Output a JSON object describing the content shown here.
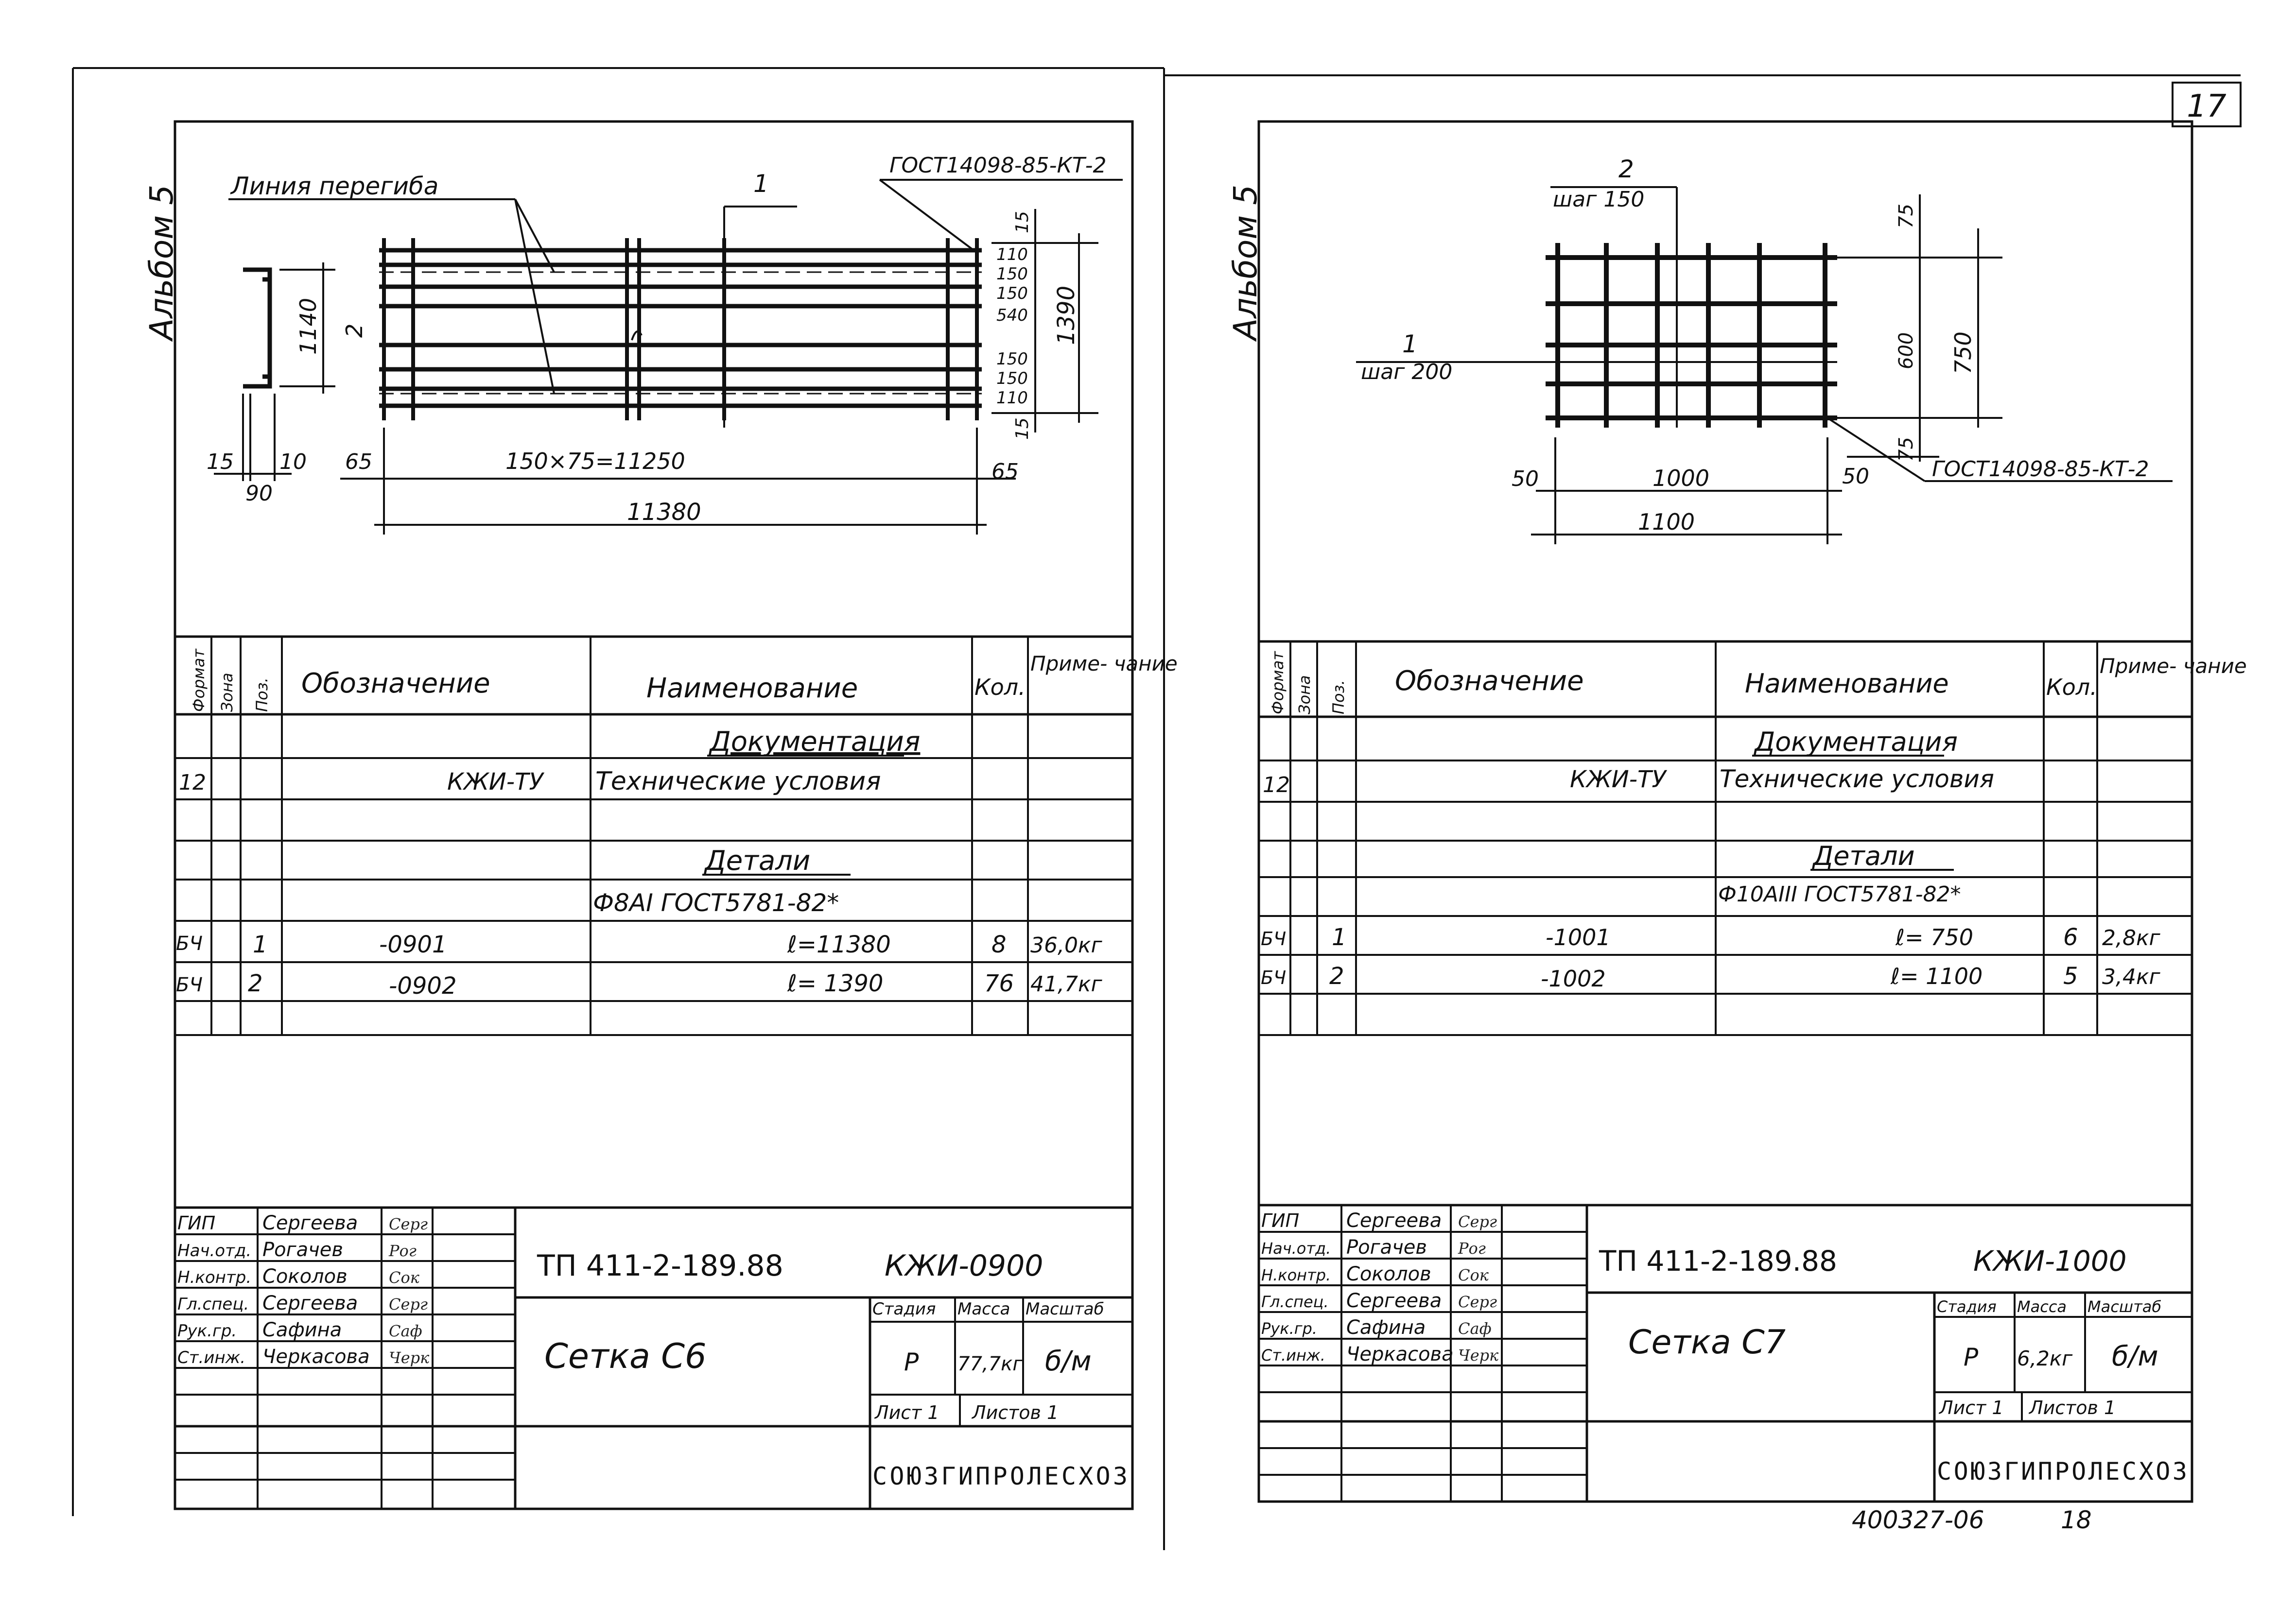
{
  "page_number": "17",
  "footer_code": "400327-06",
  "footer_sheet": "18",
  "left": {
    "album": "Альбом 5",
    "drawing": {
      "bend_line_label": "Линия перегиба",
      "callout_1": "1",
      "callout_2": "2",
      "gost_label": "ГОСТ14098-85-КТ-2",
      "dim_profile_height": "1140",
      "dim_15": "15",
      "dim_10": "10",
      "dim_90": "90",
      "dim_65_left": "65",
      "dim_65_right": "65",
      "dim_step": "150×75=11250",
      "dim_total": "11380",
      "right_dims": [
        "15",
        "110",
        "150",
        "150",
        "540",
        "150",
        "150",
        "110",
        "15"
      ],
      "dim_right_total": "1390"
    },
    "spec": {
      "headers": [
        "Формат",
        "Зона",
        "Поз.",
        "Обозначение",
        "Наименование",
        "Кол.",
        "Приме-\nчание"
      ],
      "section_docs": "Документация",
      "doc_row": {
        "format": "12",
        "designation": "КЖИ-ТУ",
        "name": "Технические условия"
      },
      "section_parts": "Детали",
      "material": "Ф8АI ГОСТ5781-82*",
      "rows": [
        {
          "format": "БЧ",
          "pos": "1",
          "designation": "-0901",
          "name": "ℓ=11380",
          "qty": "8",
          "note": "36,0кг"
        },
        {
          "format": "БЧ",
          "pos": "2",
          "designation": "-0902",
          "name": "ℓ= 1390",
          "qty": "76",
          "note": "41,7кг"
        }
      ]
    },
    "title_block": {
      "staff": [
        {
          "role": "ГИП",
          "name": "Сергеева",
          "sign": "Серг"
        },
        {
          "role": "Нач.отд.",
          "name": "Рогачев",
          "sign": "Рог"
        },
        {
          "role": "Н.контр.",
          "name": "Соколов",
          "sign": "Сок"
        },
        {
          "role": "Гл.спец.",
          "name": "Сергеева",
          "sign": "Серг"
        },
        {
          "role": "Рук.гр.",
          "name": "Сафина",
          "sign": "Саф"
        },
        {
          "role": "Ст.инж.",
          "name": "Черкасова",
          "sign": "Черк"
        }
      ],
      "project": "ТП 411-2-189.88",
      "doc_code": "КЖИ-0900",
      "product": "Сетка С6",
      "stage_label": "Стадия",
      "mass_label": "Масса",
      "scale_label": "Масштаб",
      "stage": "Р",
      "mass": "77,7кг",
      "scale": "б/м",
      "sheet": "Лист 1",
      "sheets": "Листов 1",
      "org": "СОЮЗГИПРОЛЕСХОЗ"
    }
  },
  "right": {
    "album": "Альбом 5",
    "drawing": {
      "callout_2": "2",
      "step_2": "шаг 150",
      "callout_1": "1",
      "step_1": "шаг 200",
      "dim_75_top": "75",
      "dim_600": "600",
      "dim_750": "750",
      "dim_75_bot": "75",
      "gost_label": "ГОСТ14098-85-КТ-2",
      "dim_50_left": "50",
      "dim_1000": "1000",
      "dim_50_right": "50",
      "dim_1100": "1100"
    },
    "spec": {
      "headers": [
        "Формат",
        "Зона",
        "Поз.",
        "Обозначение",
        "Наименование",
        "Кол.",
        "Приме-\nчание"
      ],
      "section_docs": "Документация",
      "doc_row": {
        "format": "12",
        "designation": "КЖИ-ТУ",
        "name": "Технические условия"
      },
      "section_parts": "Детали",
      "material": "Ф10АIII ГОСТ5781-82*",
      "rows": [
        {
          "format": "БЧ",
          "pos": "1",
          "designation": "-1001",
          "name": "ℓ= 750",
          "qty": "6",
          "note": "2,8кг"
        },
        {
          "format": "БЧ",
          "pos": "2",
          "designation": "-1002",
          "name": "ℓ= 1100",
          "qty": "5",
          "note": "3,4кг"
        }
      ]
    },
    "title_block": {
      "staff": [
        {
          "role": "ГИП",
          "name": "Сергеева",
          "sign": "Серг"
        },
        {
          "role": "Нач.отд.",
          "name": "Рогачев",
          "sign": "Рог"
        },
        {
          "role": "Н.контр.",
          "name": "Соколов",
          "sign": "Сок"
        },
        {
          "role": "Гл.спец.",
          "name": "Сергеева",
          "sign": "Серг"
        },
        {
          "role": "Рук.гр.",
          "name": "Сафина",
          "sign": "Саф"
        },
        {
          "role": "Ст.инж.",
          "name": "Черкасова",
          "sign": "Черк"
        }
      ],
      "project": "ТП 411-2-189.88",
      "doc_code": "КЖИ-1000",
      "product": "Сетка С7",
      "stage_label": "Стадия",
      "mass_label": "Масса",
      "scale_label": "Масштаб",
      "stage": "Р",
      "mass": "6,2кг",
      "scale": "б/м",
      "sheet": "Лист 1",
      "sheets": "Листов 1",
      "org": "СОЮЗГИПРОЛЕСХОЗ"
    }
  }
}
